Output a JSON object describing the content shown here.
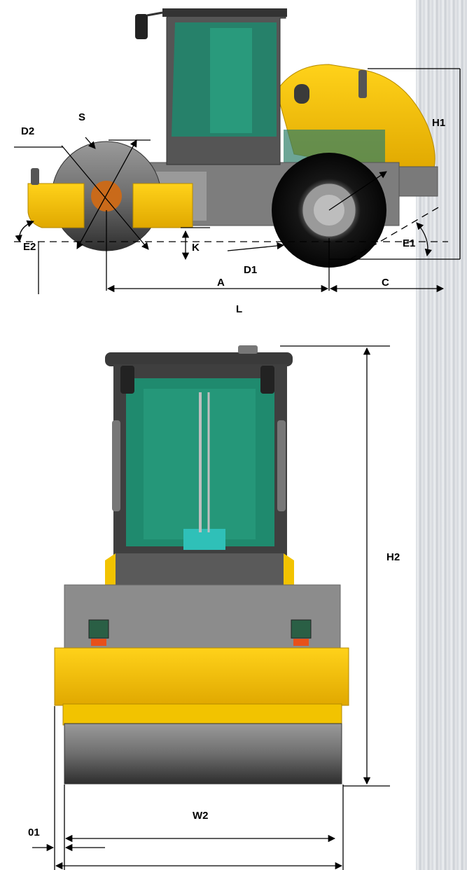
{
  "side_view": {
    "labels": {
      "S": "S",
      "D2": "D2",
      "H1": "H1",
      "E2": "E2",
      "K": "K",
      "E1": "E1",
      "D1": "D1",
      "A": "A",
      "C": "C",
      "L": "L"
    }
  },
  "front_view": {
    "labels": {
      "H2": "H2",
      "W2": "W2",
      "O1": "01"
    }
  },
  "colors": {
    "machine_yellow": "#f2c300",
    "cab_glass": "#1f8a6e",
    "body_gray": "#8a8a8a",
    "tire_black": "#111111",
    "background_strip": "#dcdfe3"
  }
}
